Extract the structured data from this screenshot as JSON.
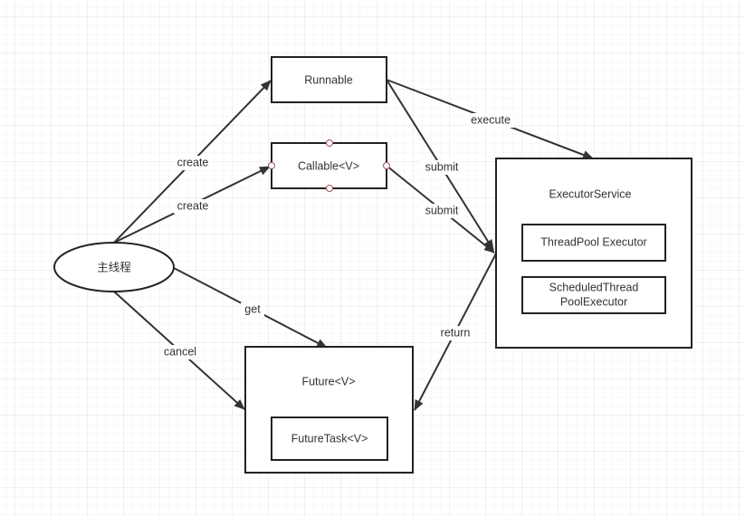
{
  "nodes": {
    "main_thread": "主线程",
    "runnable": "Runnable",
    "callable": "Callable<V>",
    "executor_service": "ExecutorService",
    "threadpool_executor": "ThreadPool Executor",
    "scheduled_executor_line1": "ScheduledThread",
    "scheduled_executor_line2": "PoolExecutor",
    "future": "Future<V>",
    "future_task": "FutureTask<V>"
  },
  "edges": {
    "create_runnable": "create",
    "create_callable": "create",
    "execute": "execute",
    "submit_runnable": "submit",
    "submit_callable": "submit",
    "return": "return",
    "get": "get",
    "cancel": "cancel"
  },
  "colors": {
    "grid_minor": "#f0f0f0",
    "grid_major": "#e2e2e2",
    "stroke": "#222222",
    "connector": "#a0505a"
  }
}
